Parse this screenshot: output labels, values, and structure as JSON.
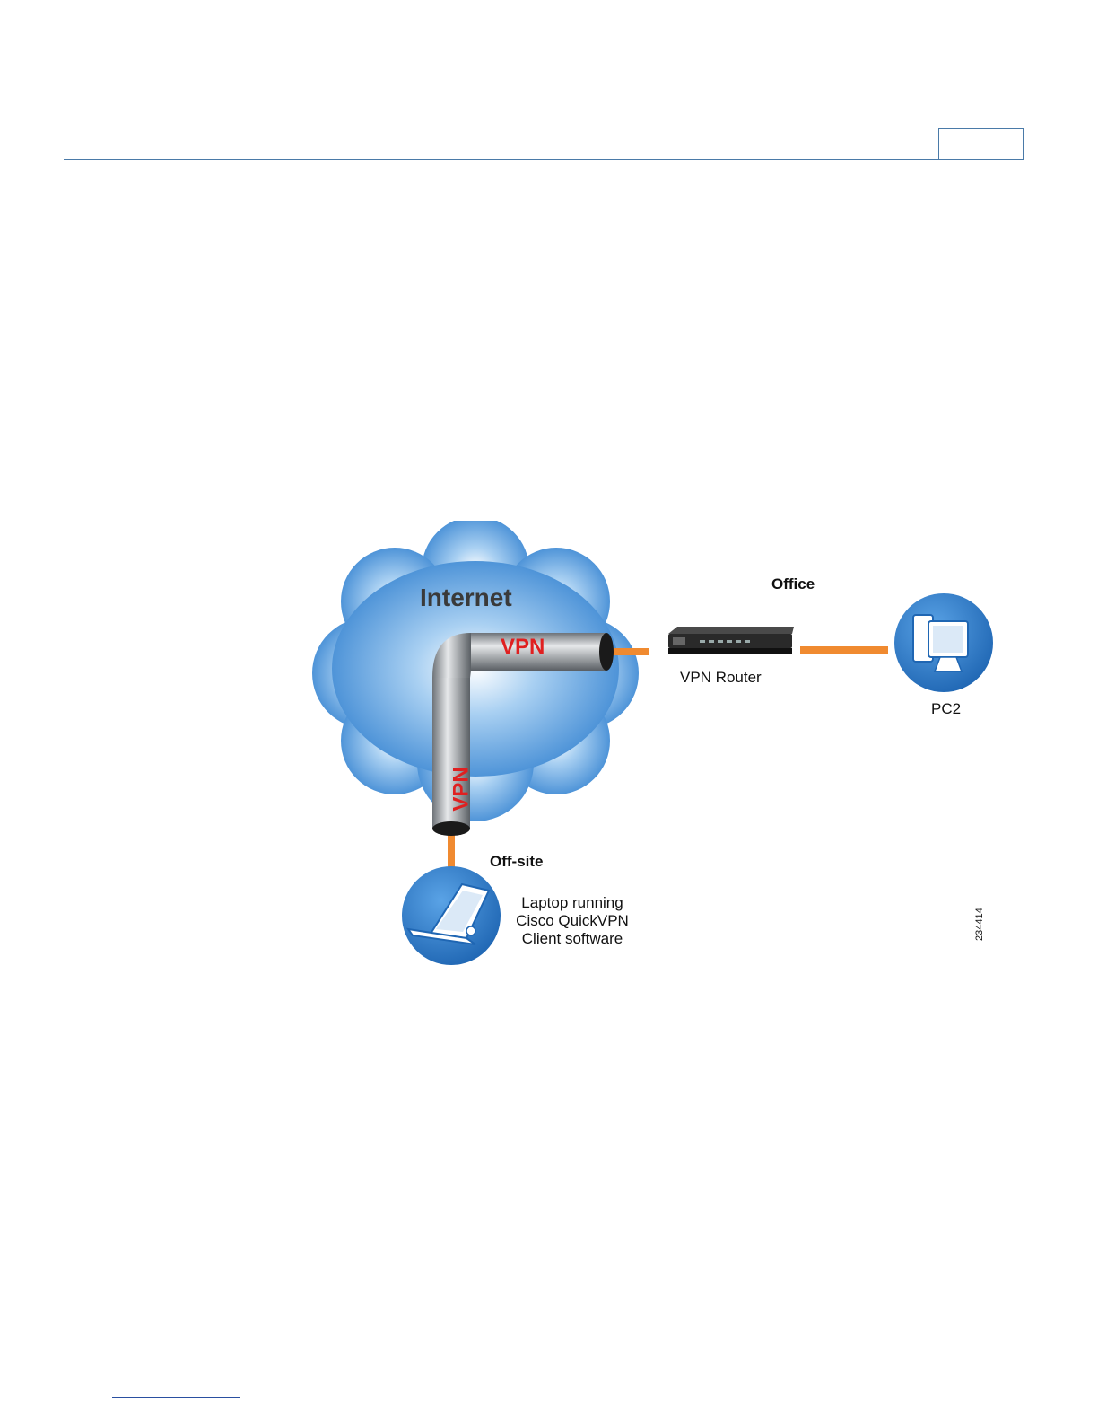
{
  "diagram": {
    "cloud_label": "Internet",
    "tunnel_label_horizontal": "VPN",
    "tunnel_label_vertical": "VPN",
    "office_label": "Office",
    "router_label": "VPN Router",
    "pc_label": "PC2",
    "offsite_label": "Off-site",
    "laptop_label": "Laptop running Cisco QuickVPN Client software",
    "figure_id": "234414"
  },
  "colors": {
    "cloud": "#3d8fd6",
    "link": "#f08a30",
    "tunnel": "#9a9ea3",
    "device_circle": "#2f7bc8",
    "vpn_text": "#e02020",
    "rule": "#4a7aa8"
  }
}
